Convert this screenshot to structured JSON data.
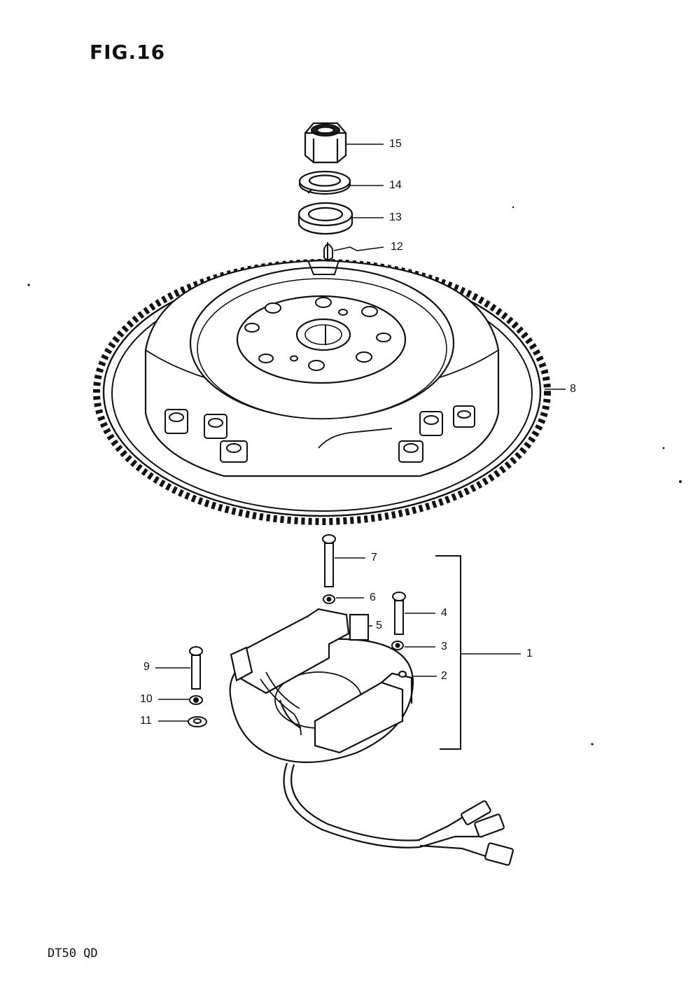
{
  "figure": {
    "title": "FIG.16",
    "model": "DT50  QD"
  },
  "callouts": [
    {
      "id": "15",
      "label": "15"
    },
    {
      "id": "14",
      "label": "14"
    },
    {
      "id": "13",
      "label": "13"
    },
    {
      "id": "12",
      "label": "12"
    },
    {
      "id": "8",
      "label": "8"
    },
    {
      "id": "7",
      "label": "7"
    },
    {
      "id": "6",
      "label": "6"
    },
    {
      "id": "5",
      "label": "5"
    },
    {
      "id": "4",
      "label": "4"
    },
    {
      "id": "3",
      "label": "3"
    },
    {
      "id": "2",
      "label": "2"
    },
    {
      "id": "1",
      "label": "1"
    },
    {
      "id": "9",
      "label": "9"
    },
    {
      "id": "10",
      "label": "10"
    },
    {
      "id": "11",
      "label": "11"
    }
  ],
  "parts": [
    {
      "name": "nut-part",
      "callout": "15"
    },
    {
      "name": "lock-washer-part",
      "callout": "14"
    },
    {
      "name": "washer-part",
      "callout": "13"
    },
    {
      "name": "key-part",
      "callout": "12"
    },
    {
      "name": "flywheel-part",
      "callout": "8"
    },
    {
      "name": "stator-assembly-part",
      "callout": "1"
    },
    {
      "name": "coil-part",
      "callout": "2"
    },
    {
      "name": "screw-part",
      "callout": "4"
    },
    {
      "name": "screw-part",
      "callout": "7"
    },
    {
      "name": "screw-part",
      "callout": "9"
    }
  ]
}
